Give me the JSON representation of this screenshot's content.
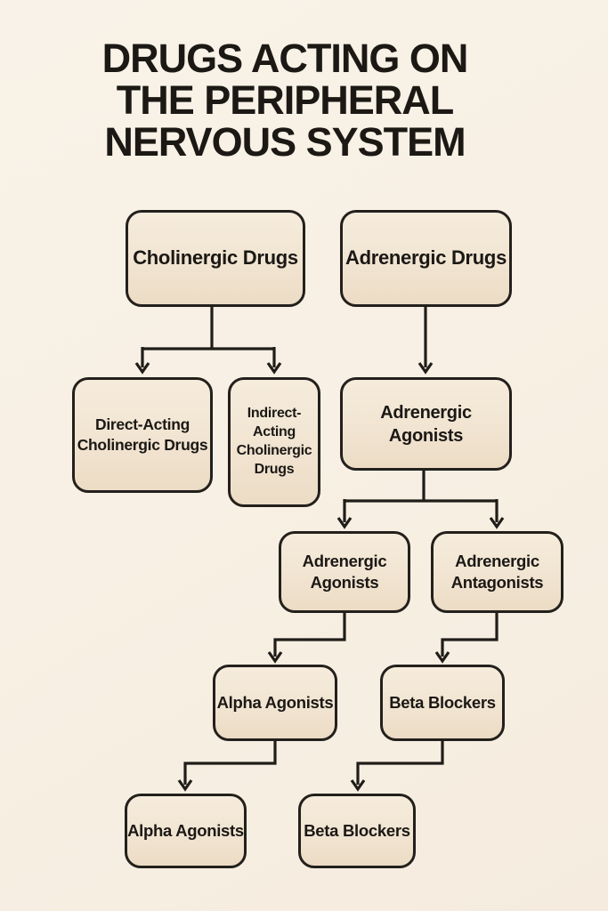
{
  "title": {
    "line1": "DRUGS ACTING ON",
    "line2": "THE PERIPHERAL",
    "line3": "NERVOUS SYSTEM"
  },
  "nodes": {
    "cholinergic": {
      "label": "Cholinergic Drugs"
    },
    "adrenergic": {
      "label": "Adrenergic Drugs"
    },
    "direct_acting": {
      "label": "Direct-Acting Cholinergic Drugs"
    },
    "indirect_acting": {
      "label": "Indirect-Acting Cholinergic Drugs"
    },
    "adrenergic_agonists_mid": {
      "label": "Adrenergic Agonists"
    },
    "adrenergic_agonists": {
      "label": "Adrenergic Agonists"
    },
    "adrenergic_antagonists": {
      "label": "Adrenergic Antagonists"
    },
    "alpha_agonists": {
      "label": "Alpha Agonists"
    },
    "beta_blockers": {
      "label": "Beta Blockers"
    },
    "alpha_agonists_leaf": {
      "label": "Alpha Agonists"
    },
    "beta_blockers_leaf": {
      "label": "Beta Blockers"
    }
  },
  "edges": [
    {
      "from": "cholinergic",
      "to": "direct_acting"
    },
    {
      "from": "cholinergic",
      "to": "indirect_acting"
    },
    {
      "from": "adrenergic",
      "to": "adrenergic_agonists_mid"
    },
    {
      "from": "adrenergic_agonists_mid",
      "to": "adrenergic_agonists"
    },
    {
      "from": "adrenergic_agonists_mid",
      "to": "adrenergic_antagonists"
    },
    {
      "from": "adrenergic_agonists",
      "to": "alpha_agonists"
    },
    {
      "from": "adrenergic_antagonists",
      "to": "beta_blockers"
    },
    {
      "from": "alpha_agonists",
      "to": "alpha_agonists_leaf"
    },
    {
      "from": "beta_blockers",
      "to": "beta_blockers_leaf"
    }
  ],
  "colors": {
    "background": "#f8f0e4",
    "box_fill": "#f2e5d2",
    "box_border": "#23201c",
    "line": "#201d19",
    "text": "#1b1815"
  }
}
